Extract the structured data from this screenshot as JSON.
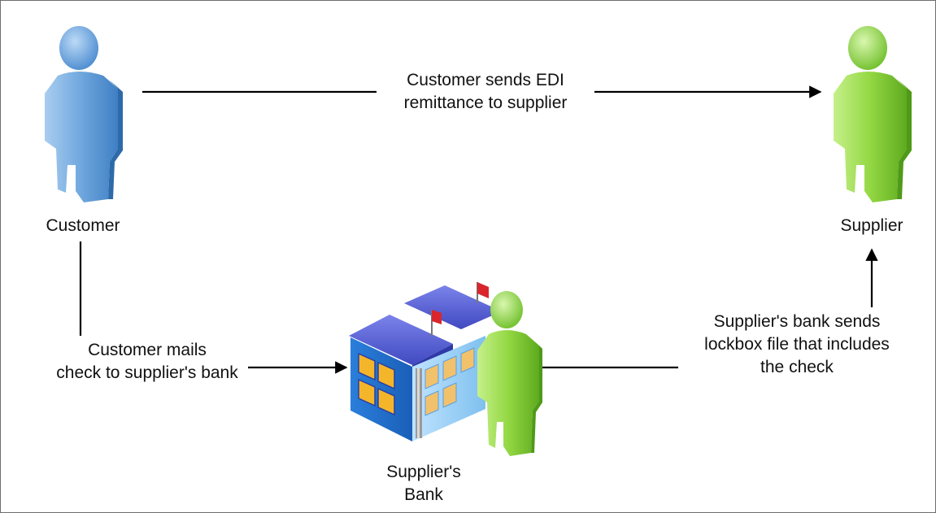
{
  "nodes": {
    "customer": {
      "label": "Customer"
    },
    "supplier": {
      "label": "Supplier"
    },
    "bank": {
      "label_line1": "Supplier's",
      "label_line2": "Bank"
    }
  },
  "flows": {
    "edi": {
      "line1": "Customer sends EDI",
      "line2": "remittance to supplier"
    },
    "mail": {
      "line1": "Customer mails",
      "line2": "check to supplier's bank"
    },
    "lockbox": {
      "line1": "Supplier's bank sends",
      "line2": "lockbox file that includes",
      "line3": "the check"
    }
  },
  "colors": {
    "customer": "#5b9bd5",
    "supplier": "#8ed63a",
    "bank_roof": "#5a62d6",
    "bank_body": "#2f8be0",
    "flag": "#d9262c"
  }
}
